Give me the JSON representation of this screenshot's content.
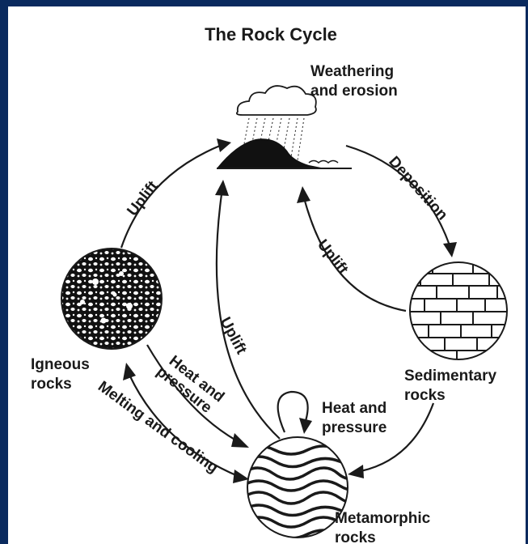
{
  "title": "The Rock Cycle",
  "nodes": {
    "weathering": [
      "Weathering",
      "and erosion"
    ],
    "sedimentary": [
      "Sedimentary",
      "rocks"
    ],
    "metamorphic": [
      "Metamorphic",
      "rocks"
    ],
    "igneous": [
      "Igneous",
      "rocks"
    ]
  },
  "processes": {
    "deposition": "Deposition",
    "uplift_igneous": "Uplift",
    "uplift_sedimentary": "Uplift",
    "uplift_metamorphic": "Uplift",
    "heat_pressure_igneous": [
      "Heat and",
      "pressure"
    ],
    "heat_pressure_sedimentary": [
      "Heat and",
      "pressure"
    ],
    "melting_cooling": "Melting and cooling"
  },
  "colors": {
    "frame": "#0a2a5e",
    "ink": "#1a1a1a",
    "paper": "#ffffff"
  }
}
